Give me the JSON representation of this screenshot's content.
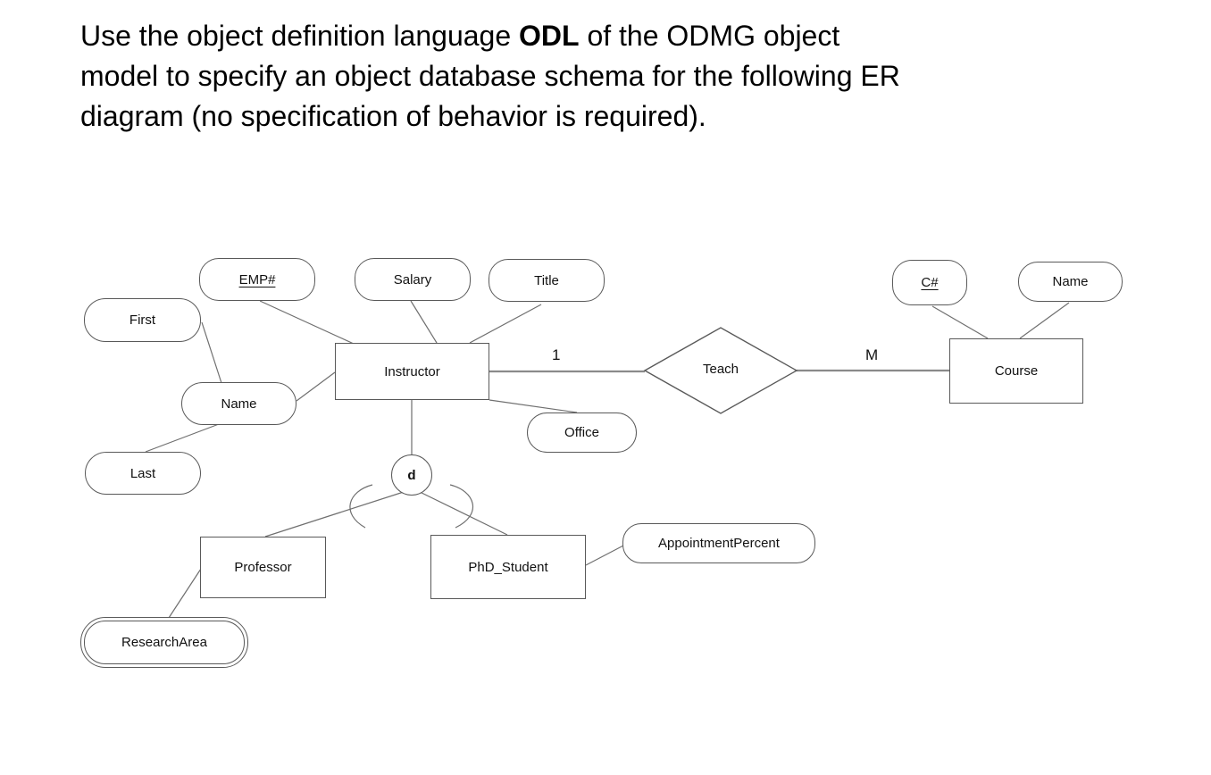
{
  "heading": {
    "line1_pre": "Use the object definition language ",
    "line1_bold": "ODL",
    "line1_post": " of the ODMG object",
    "line2": "model to specify an object database schema for the following ER",
    "line3": "diagram (no specification of behavior is required)."
  },
  "diagram": {
    "entities": [
      {
        "id": "instructor",
        "label": "Instructor"
      },
      {
        "id": "course",
        "label": "Course"
      },
      {
        "id": "professor",
        "label": "Professor"
      },
      {
        "id": "phd_student",
        "label": "PhD_Student"
      }
    ],
    "relationship": {
      "label": "Teach",
      "cardinality_instructor": "1",
      "cardinality_course": "M"
    },
    "specialization": {
      "label": "d",
      "type": "disjoint",
      "superclass": "Instructor",
      "subclasses": [
        "Professor",
        "PhD_Student"
      ]
    },
    "attributes": [
      {
        "id": "emp_number",
        "label": "EMP#",
        "owner": "Instructor",
        "key": true
      },
      {
        "id": "salary",
        "label": "Salary",
        "owner": "Instructor"
      },
      {
        "id": "title",
        "label": "Title",
        "owner": "Instructor"
      },
      {
        "id": "first",
        "label": "First",
        "owner": "Name"
      },
      {
        "id": "name_instructor",
        "label": "Name",
        "owner": "Instructor",
        "composite": true
      },
      {
        "id": "last",
        "label": "Last",
        "owner": "Name"
      },
      {
        "id": "office",
        "label": "Office",
        "owner": "Instructor"
      },
      {
        "id": "c_number",
        "label": "C#",
        "owner": "Course",
        "key": true
      },
      {
        "id": "name_course",
        "label": "Name",
        "owner": "Course"
      },
      {
        "id": "appointment_percent",
        "label": "AppointmentPercent",
        "owner": "PhD_Student"
      },
      {
        "id": "research_area",
        "label": "ResearchArea",
        "owner": "Professor",
        "multivalued": true
      }
    ],
    "colors": {
      "shape_border": "#595959",
      "connector_line": "#6f6f6f",
      "relationship_line": "#8a8a8a",
      "text": "#111111",
      "background": "#ffffff"
    }
  }
}
